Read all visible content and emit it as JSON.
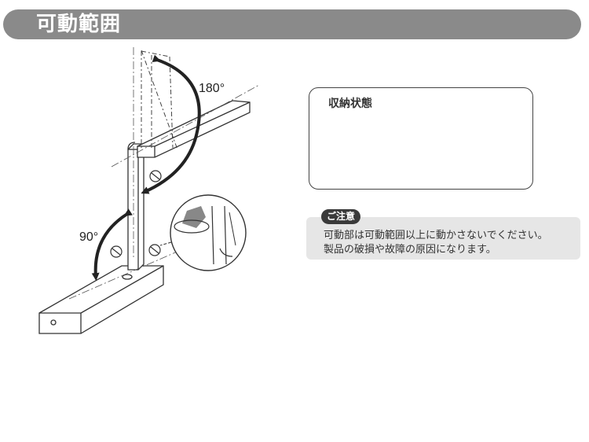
{
  "header": {
    "title": "可動範囲"
  },
  "diagram": {
    "angle_upper": "180°",
    "angle_lower": "90°"
  },
  "storage": {
    "title": "収納状態"
  },
  "caution": {
    "badge": "ご注意",
    "line1": "可動部は可動範囲以上に動かさないでください。",
    "line2": "製品の破損や故障の原因になります。"
  }
}
